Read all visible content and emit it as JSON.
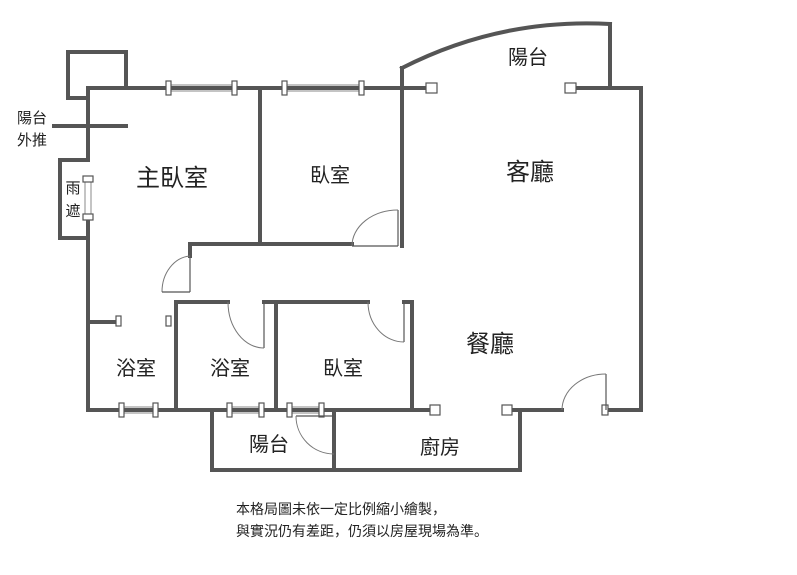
{
  "rooms": {
    "master_bedroom": "主臥室",
    "bedroom_north": "臥室",
    "living_room": "客廳",
    "dining_room": "餐廳",
    "bathroom_west": "浴室",
    "bathroom_middle": "浴室",
    "bedroom_south": "臥室",
    "balcony_north": "陽台",
    "balcony_south": "陽台",
    "kitchen": "廚房",
    "awning_line1": "雨",
    "awning_line2": "遮",
    "balcony_push_line1": "陽台",
    "balcony_push_line2": "外推"
  },
  "note": {
    "line1": "本格局圖未依一定比例縮小繪製，",
    "line2": "與實況仍有差距，仍須以房屋現場為準。"
  }
}
